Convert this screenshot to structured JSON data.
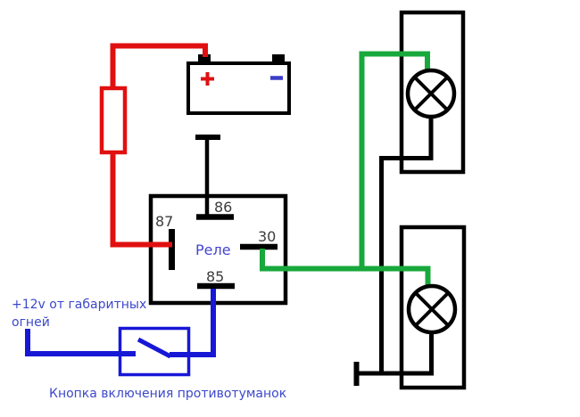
{
  "diagram_type": "automotive fog lamp relay wiring schematic",
  "colors": {
    "background": "#ffffff",
    "wire_red": "#e01010",
    "wire_green": "#18a83c",
    "wire_blue": "#1717d6",
    "wire_black": "#000000",
    "annotation_blue": "#3c48cb",
    "relay_label_blue": "#4646d0",
    "terminal_label_gray": "#3c3c3c",
    "battery_minus_blue": "#3c3ccb"
  },
  "battery": {
    "positive_label": "+",
    "negative_label": "−"
  },
  "relay": {
    "label": "Реле",
    "terminal_86": "86",
    "terminal_87": "87",
    "terminal_30": "30",
    "terminal_85": "85"
  },
  "annotations": {
    "power_source_line1": "+12v от габаритных",
    "power_source_line2": "огней",
    "switch_caption": "Кнопка включения противотуманок"
  },
  "components": {
    "battery": "аккумулятор",
    "fuse": "предохранитель",
    "relay": "реле",
    "switch": "кнопка",
    "fog_lamp_count": 2
  }
}
